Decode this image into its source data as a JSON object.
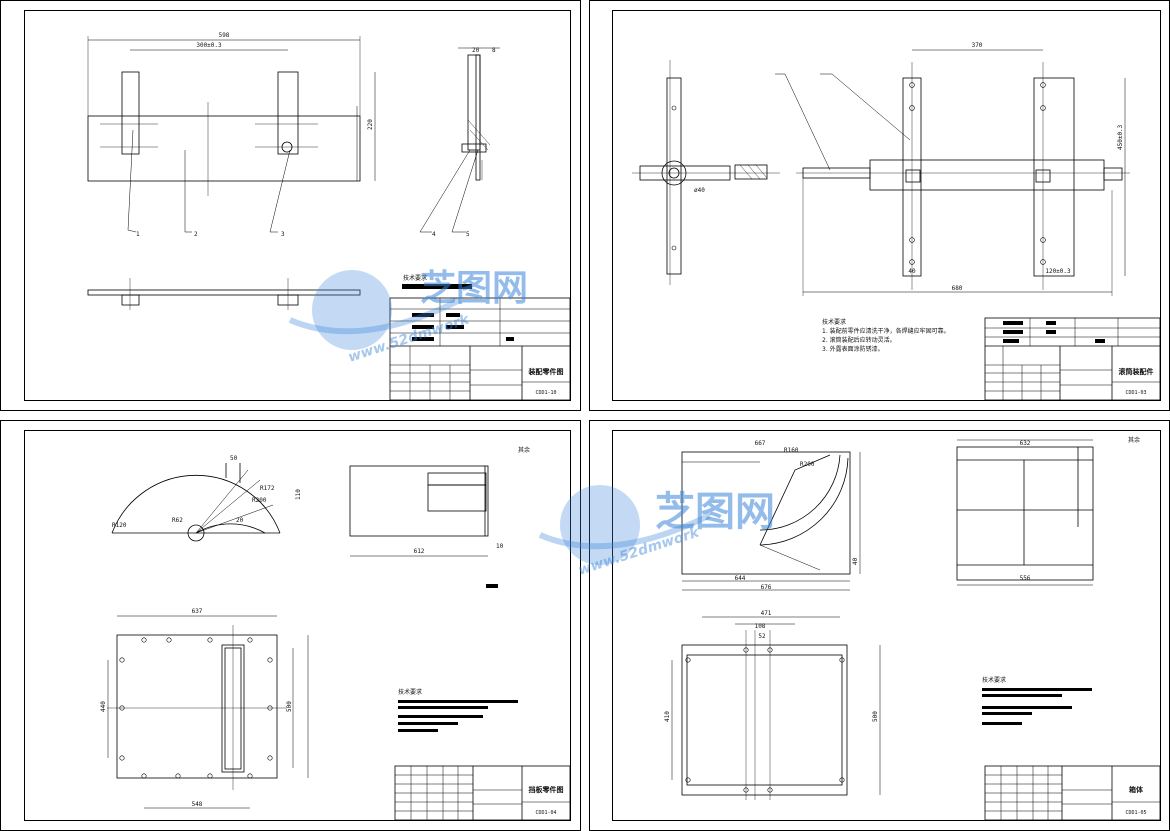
{
  "sheets": [
    {
      "title": "装配零件图",
      "drawing_no": "CDD1-10",
      "dimensions": [
        "598",
        "300±0.3",
        "220",
        "20",
        "8"
      ],
      "part_labels": [
        "1",
        "2",
        "3",
        "4",
        "5"
      ],
      "notes_title": "技术要求"
    },
    {
      "title": "滚筒装配件",
      "drawing_no": "CDD1-03",
      "dimensions": [
        "370",
        "680",
        "450±0.3",
        "40",
        "120±0.3",
        "ø40"
      ],
      "notes_title": "技术要求",
      "notes": [
        "1. 装配前零件应清洗干净，各焊缝应牢固可靠。",
        "2. 滚筒装配后应转动灵活。",
        "3. 外露表面涂防锈漆。"
      ]
    },
    {
      "title": "挡板零件图",
      "drawing_no": "CDD1-04",
      "dimensions": [
        "R120",
        "R172",
        "R62",
        "R200",
        "50",
        "110",
        "612",
        "637",
        "440",
        "500",
        "548",
        "20",
        "10"
      ],
      "notes_title": "技术要求",
      "roughness": "其余"
    },
    {
      "title": "箱体",
      "drawing_no": "CDD1-05",
      "dimensions": [
        "667",
        "R160",
        "R200",
        "644",
        "676",
        "632",
        "556",
        "471",
        "108",
        "52",
        "410",
        "500",
        "40"
      ],
      "notes_title": "技术要求",
      "roughness": "其余"
    }
  ],
  "watermark": {
    "name": "芝图网",
    "url": "www.52dmwork",
    "color": "#3b86d9"
  }
}
